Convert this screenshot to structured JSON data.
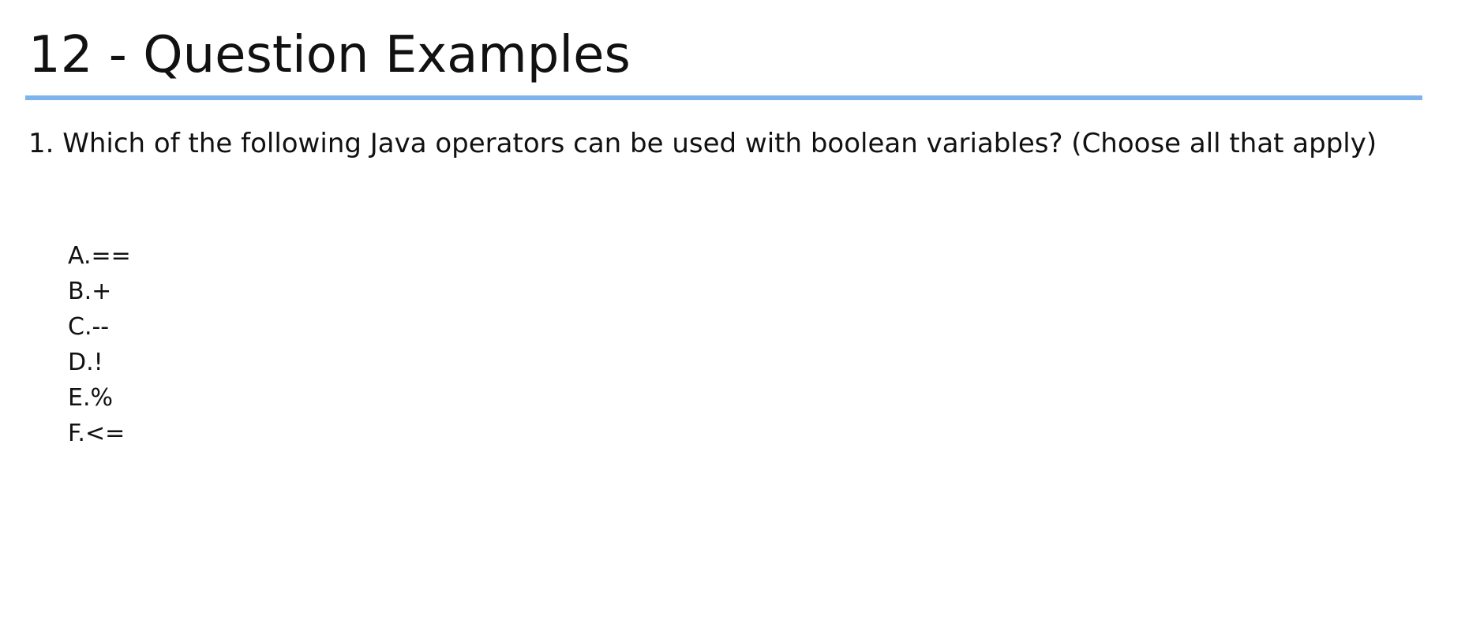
{
  "slide": {
    "title": "12 - Question Examples",
    "rule_color": "#7fb3ec"
  },
  "question": {
    "text": "1. Which of the following Java operators can be used with boolean variables? (Choose all that apply)"
  },
  "options": [
    {
      "text": "A.=="
    },
    {
      "text": "B.+"
    },
    {
      "text": "C.--"
    },
    {
      "text": "D.!"
    },
    {
      "text": "E.%"
    },
    {
      "text": "F.<="
    }
  ]
}
